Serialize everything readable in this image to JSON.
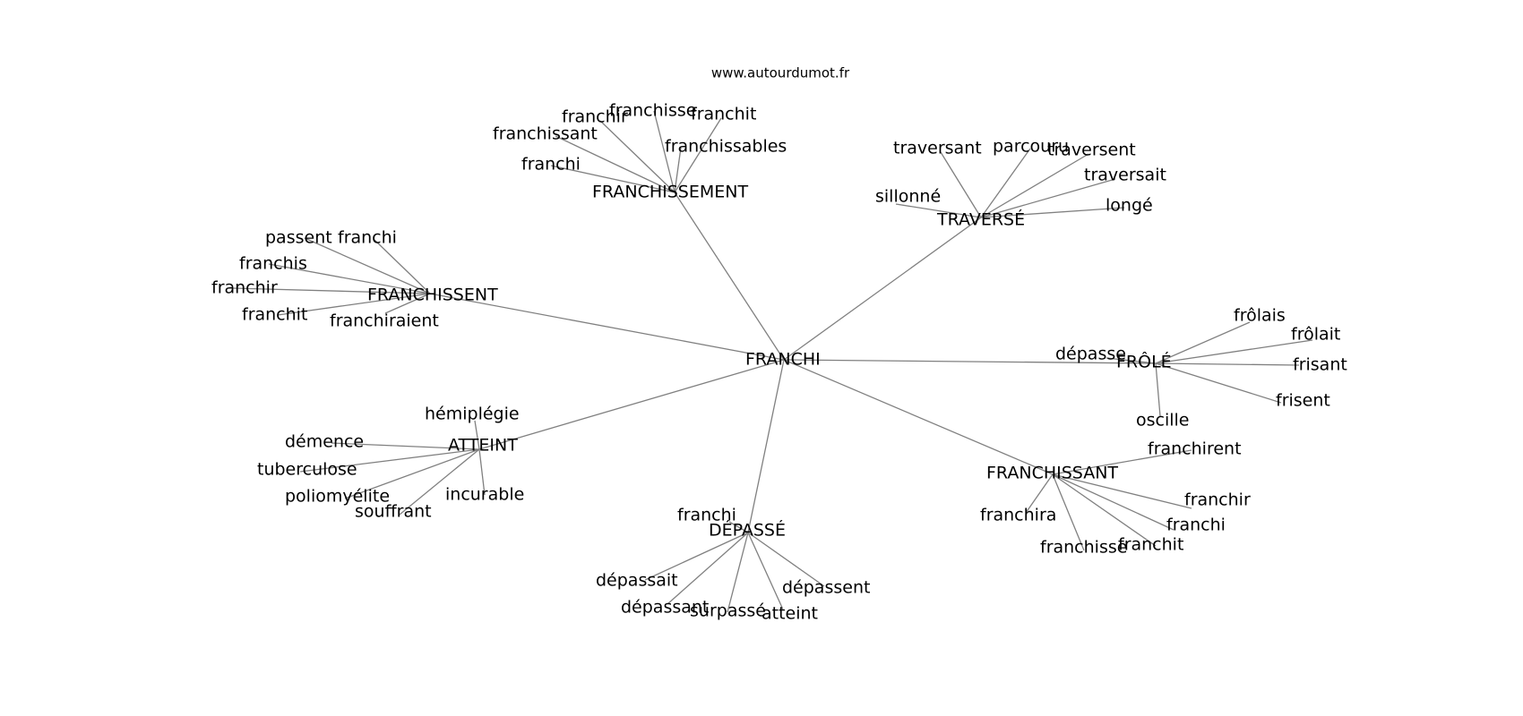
{
  "source": "www.autourdumot.fr",
  "center": "FRANCHI",
  "groups": [
    {
      "hub": "FRANCHISSEMENT",
      "leaves": [
        "franchisse",
        "franchir",
        "franchit",
        "franchissant",
        "franchissables",
        "franchi"
      ]
    },
    {
      "hub": "TRAVERSÉ",
      "leaves": [
        "traversant",
        "parcouru",
        "traversent",
        "traversait",
        "sillonné",
        "longé"
      ]
    },
    {
      "hub": "FRANCHISSENT",
      "leaves": [
        "passent",
        "franchi",
        "franchis",
        "franchir",
        "franchit",
        "franchiraient"
      ]
    },
    {
      "hub": "FRÔLÉ",
      "leaves": [
        "frôlais",
        "frôlait",
        "dépasse",
        "frisant",
        "frisent",
        "oscille"
      ]
    },
    {
      "hub": "ATTEINT",
      "leaves": [
        "hémiplégie",
        "démence",
        "tuberculose",
        "poliomyélite",
        "souffrant",
        "incurable"
      ]
    },
    {
      "hub": "FRANCHISSANT",
      "leaves": [
        "franchirent",
        "franchir",
        "franchira",
        "franchi",
        "franchisse",
        "franchit"
      ]
    },
    {
      "hub": "DÉPASSÉ",
      "leaves": [
        "franchi",
        "dépassait",
        "dépassent",
        "dépassant",
        "surpassé",
        "atteint"
      ]
    }
  ]
}
